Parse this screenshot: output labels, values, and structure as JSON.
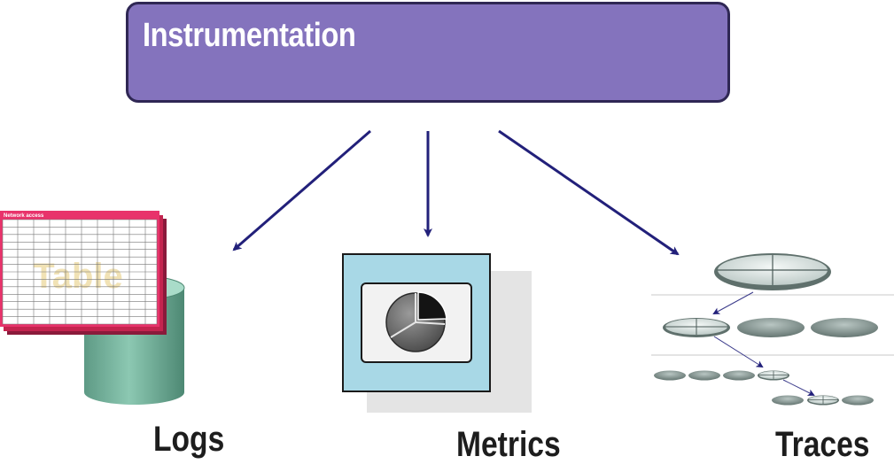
{
  "title": "Instrumentation",
  "outputs": [
    {
      "id": "logs",
      "label": "Logs",
      "table_header": "Network access",
      "table_watermark": "Table"
    },
    {
      "id": "metrics",
      "label": "Metrics"
    },
    {
      "id": "traces",
      "label": "Traces"
    }
  ],
  "colors": {
    "banner": "#8473bd",
    "arrow": "#22207a",
    "table_red": "#e8336b",
    "cylinder": "#6fae98",
    "metrics_panel": "#a8d8e6",
    "span": "#7f8f8c"
  }
}
